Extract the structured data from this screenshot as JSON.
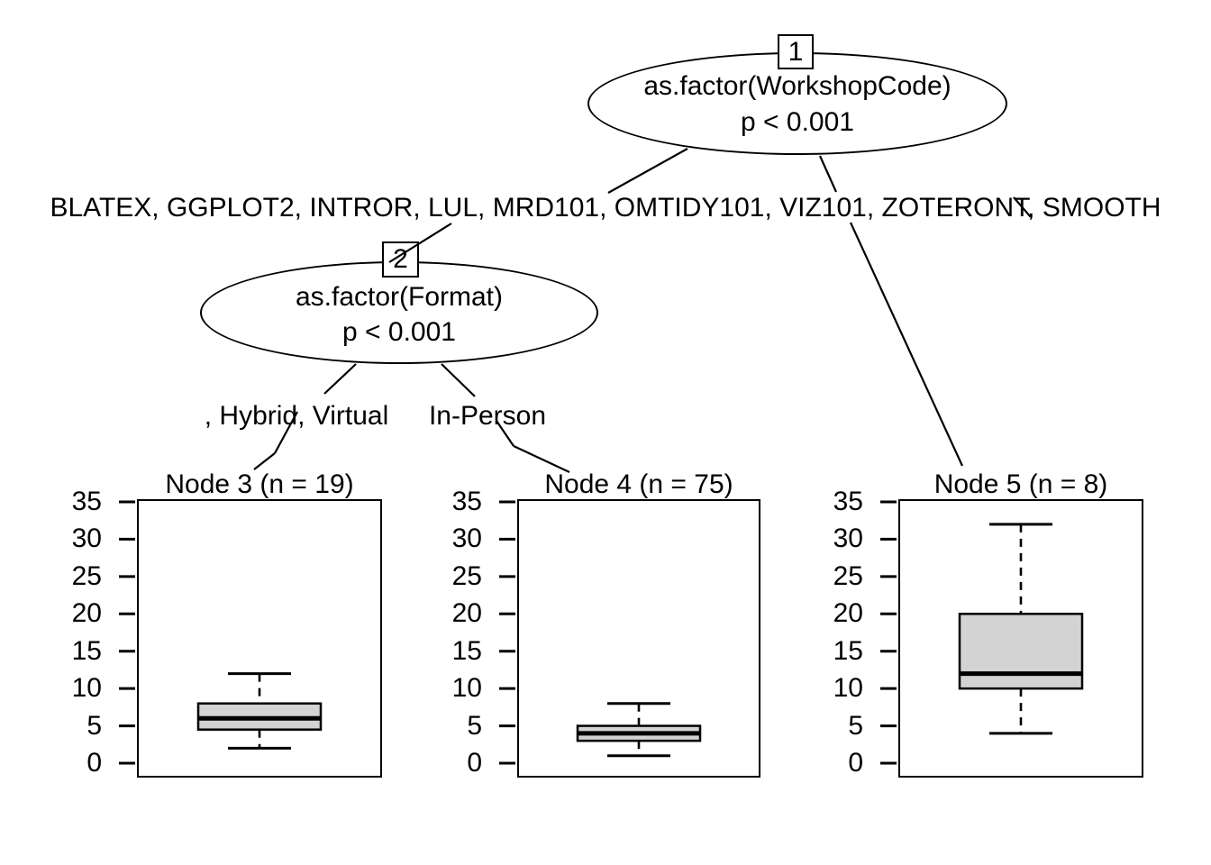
{
  "colors": {
    "background": "#ffffff",
    "line": "#000000",
    "text": "#000000",
    "box_fill": "#d3d3d3"
  },
  "tree": {
    "nodes": [
      {
        "id": "1",
        "type": "split",
        "variable": "as.factor(WorkshopCode)",
        "p_value": "p < 0.001"
      },
      {
        "id": "2",
        "type": "split",
        "variable": "as.factor(Format)",
        "p_value": "p < 0.001"
      }
    ],
    "edge_labels": {
      "node1_left": "BLATEX, GGPLOT2, INTROR, LUL, MRD101, OMTIDY101, VIZ101, ZOTERONT, SMOOTH",
      "node2_left": ", Hybrid, Virtual",
      "node2_right": "In-Person"
    }
  },
  "chart_data": {
    "type": "boxplot",
    "title": "",
    "xlabel": "",
    "ylabel": "",
    "ylim": [
      0,
      35
    ],
    "yticks": [
      0,
      5,
      10,
      15,
      20,
      25,
      30,
      35
    ],
    "grid": "off",
    "panels": [
      {
        "title": "Node 3 (n = 19)",
        "n": 19,
        "stats": {
          "whisker_low": 2,
          "q1": 4.5,
          "median": 6,
          "q3": 8,
          "whisker_high": 12
        }
      },
      {
        "title": "Node 4 (n = 75)",
        "n": 75,
        "stats": {
          "whisker_low": 1,
          "q1": 3,
          "median": 4,
          "q3": 5,
          "whisker_high": 8
        }
      },
      {
        "title": "Node 5 (n = 8)",
        "n": 8,
        "stats": {
          "whisker_low": 4,
          "q1": 10,
          "median": 12,
          "q3": 20,
          "whisker_high": 32
        }
      }
    ]
  }
}
